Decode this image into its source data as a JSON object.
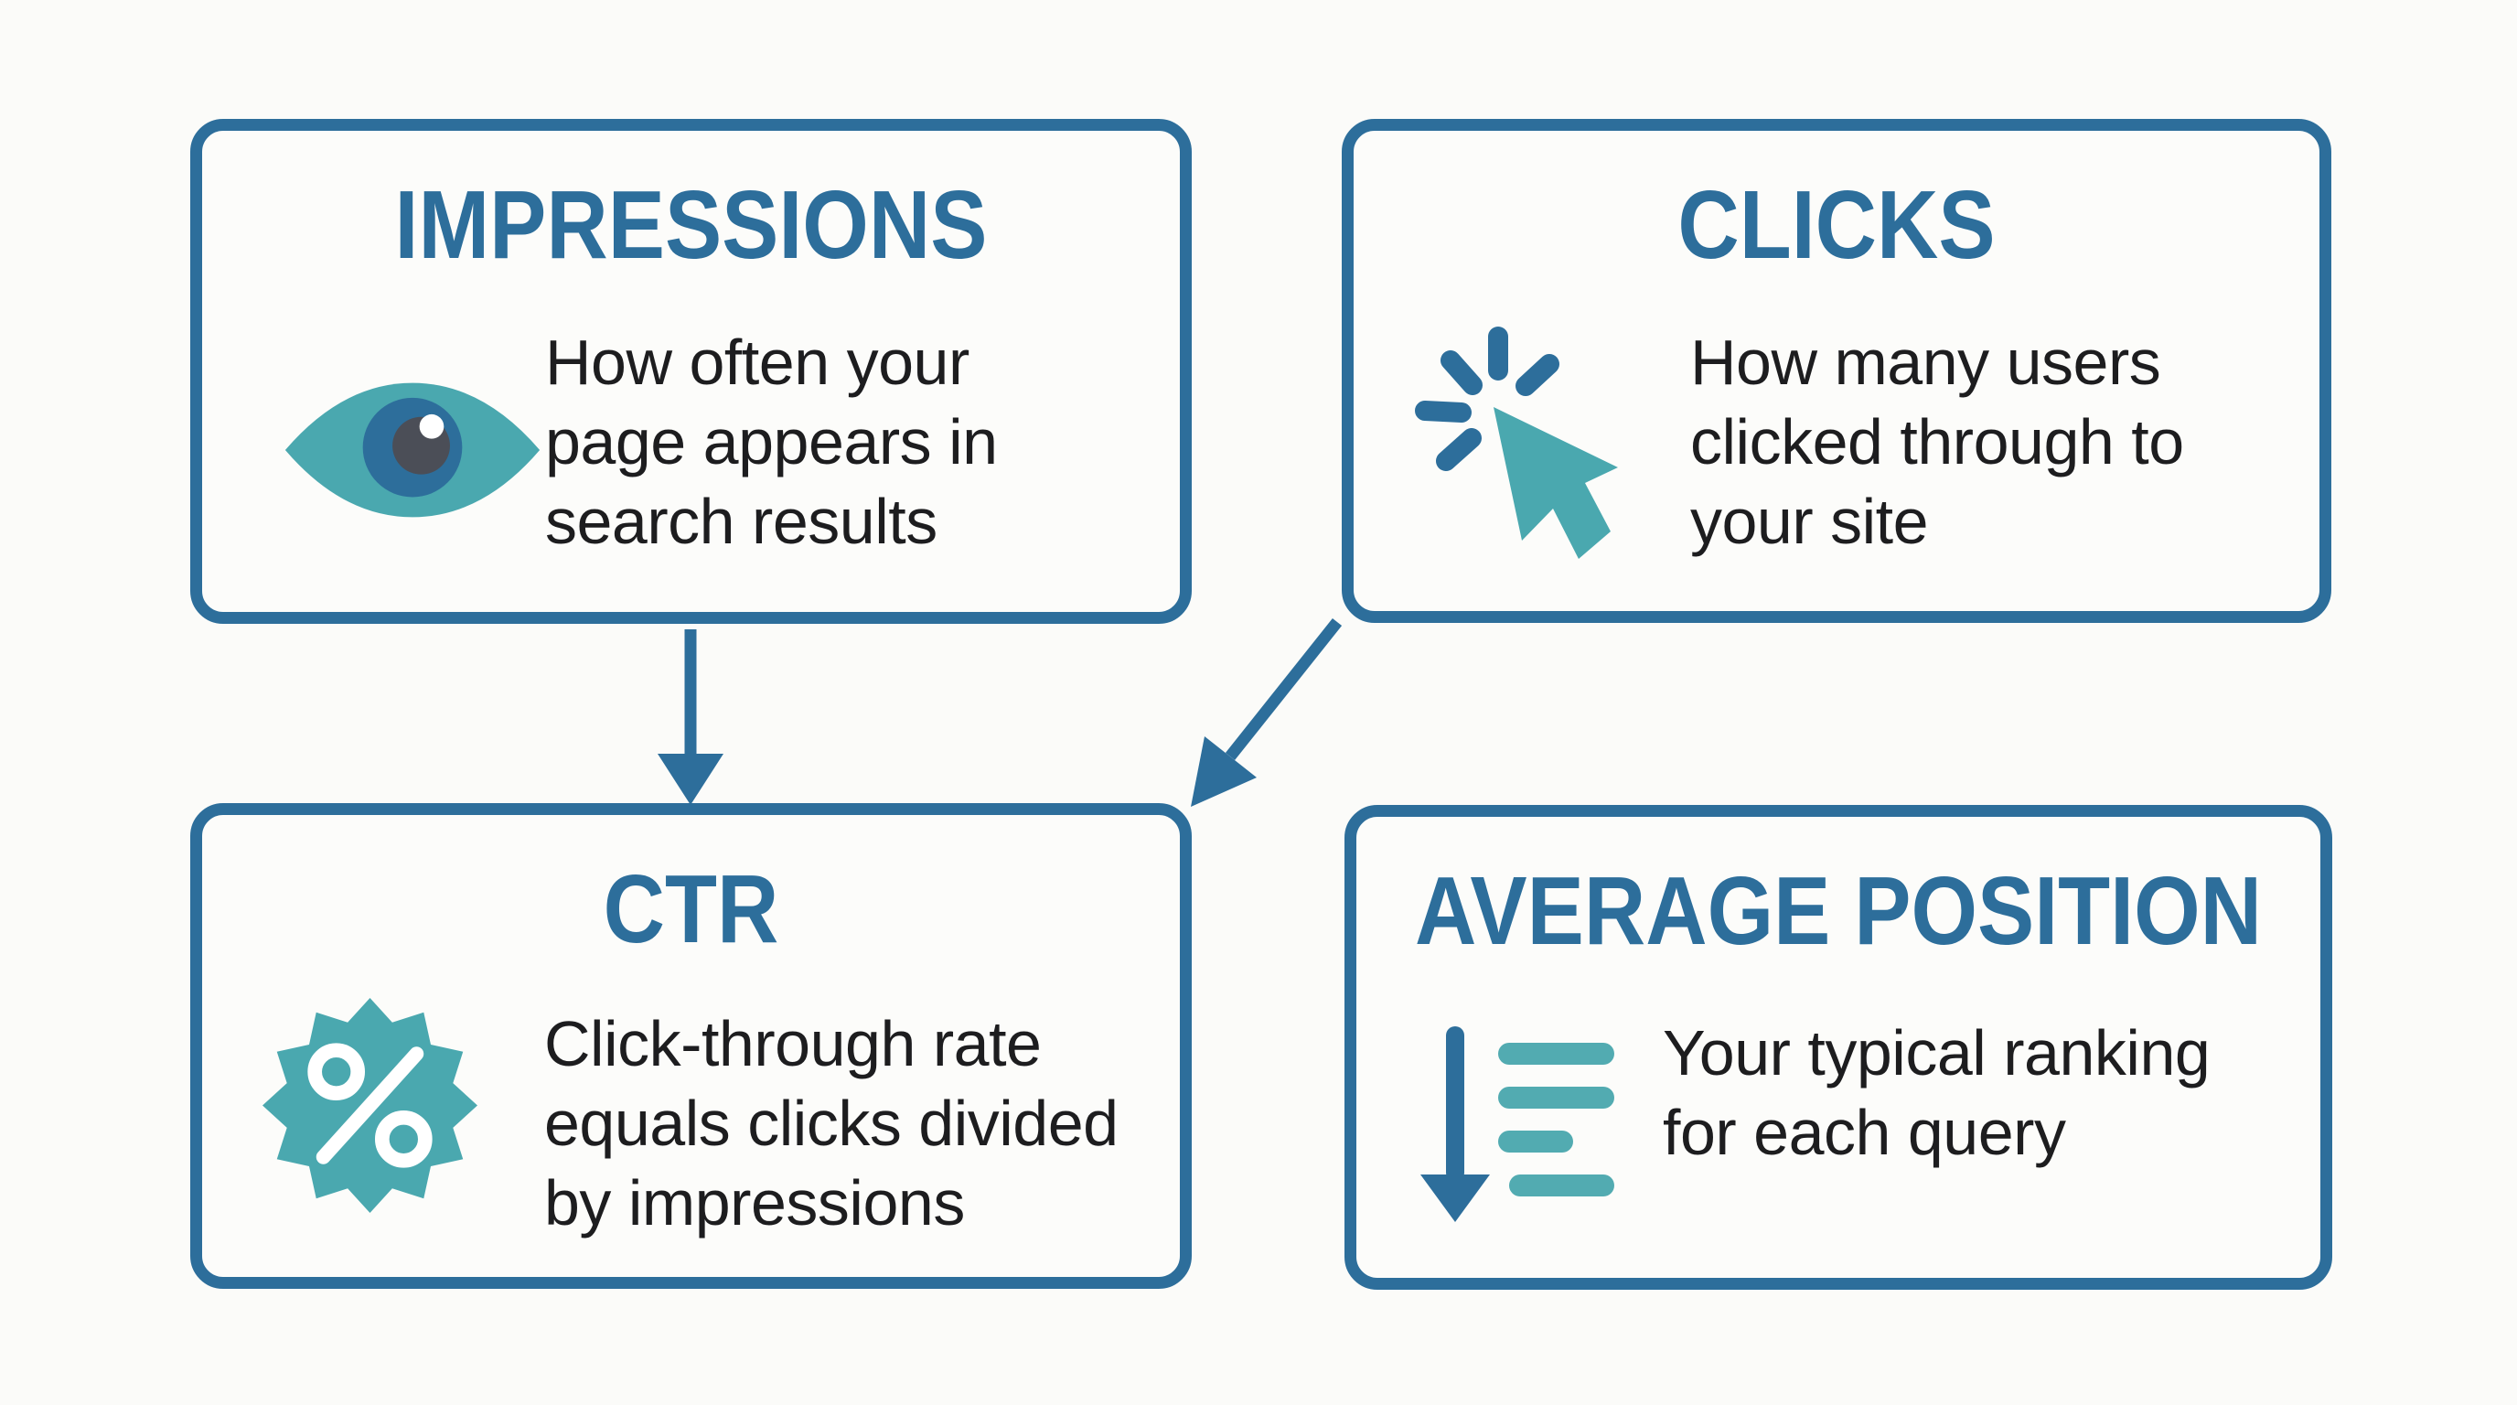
{
  "infographic": {
    "topic": "search-performance-metrics",
    "background_color": "#fbfbf9",
    "accent_blue": "#2d6e9b",
    "accent_teal": "#4aa8af",
    "bars_teal": "#52abb1",
    "pupil_gray": "#4b4e57",
    "text_color": "#1d1d1f"
  },
  "cards": [
    {
      "id": "impressions",
      "title": "IMPRESSIONS",
      "description": "How often your\npage appears in\nsearch results",
      "icon": "eye-icon"
    },
    {
      "id": "clicks",
      "title": "CLICKS",
      "description": "How many users\nclicked through to\nyour site",
      "icon": "cursor-click-icon"
    },
    {
      "id": "ctr",
      "title": "CTR",
      "description": "Click-through rate\nequals clicks divided\nby impressions",
      "icon": "percent-badge-icon"
    },
    {
      "id": "average-position",
      "title": "AVERAGE POSITION",
      "description": "Your typical ranking\nfor each query",
      "icon": "ranking-arrow-icon"
    }
  ],
  "connections": [
    {
      "from": "impressions",
      "to": "ctr",
      "style": "vertical-arrow"
    },
    {
      "from": "clicks",
      "to": "ctr",
      "style": "diagonal-arrow"
    }
  ]
}
